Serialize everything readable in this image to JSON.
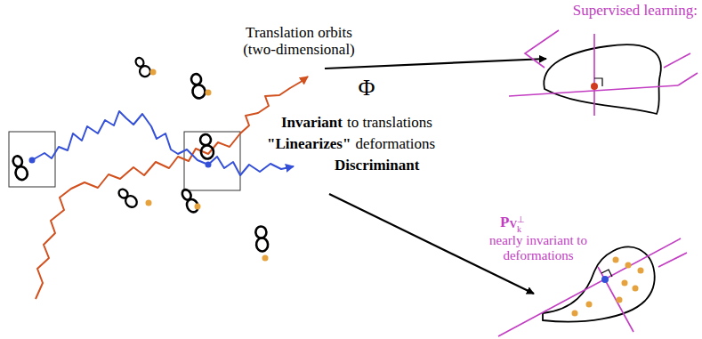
{
  "diagram": {
    "labels": [
      "Supervised learning:",
      "Translation orbits (two-dimensional)",
      "Φ",
      "Invariant",
      "to translations",
      "\"Linearizes\"",
      "deformations",
      "Discriminant",
      "P",
      "V",
      "⊥",
      "k",
      "nearly invariant to deformations"
    ]
  }
}
